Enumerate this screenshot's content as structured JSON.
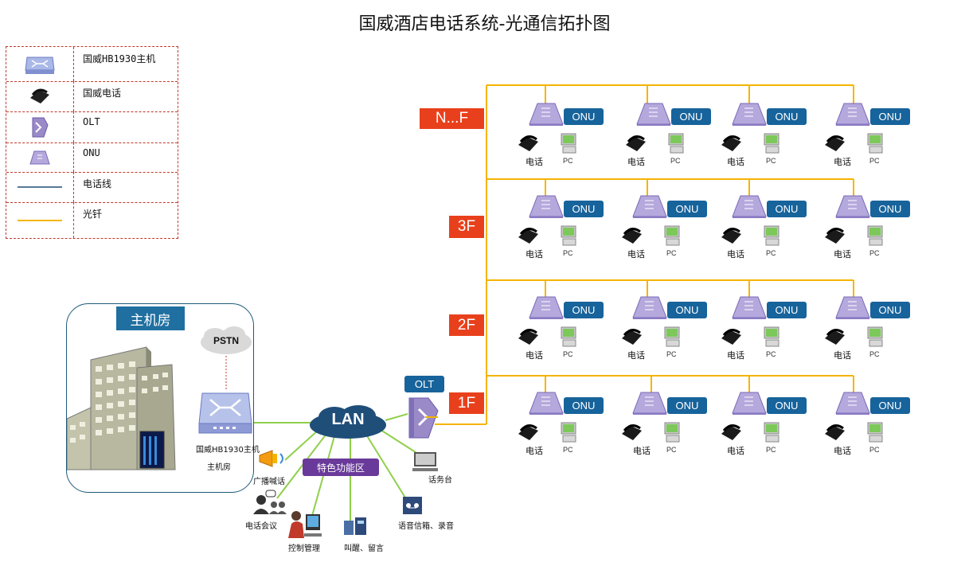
{
  "title": "国威酒店电话系统-光通信拓扑图",
  "legend": [
    {
      "icon": "switch-icon",
      "label": "国威HB1930主机"
    },
    {
      "icon": "phone-icon",
      "label": "国威电话"
    },
    {
      "icon": "olt-icon",
      "label": "OLT"
    },
    {
      "icon": "onu-icon",
      "label": "ONU"
    },
    {
      "icon": "phone-line-icon",
      "label": "电话线"
    },
    {
      "icon": "fiber-line-icon",
      "label": "光钎"
    }
  ],
  "colors": {
    "fiber": "#f5b400",
    "phone_line": "#1f4e79",
    "floor": "#e8401c",
    "badge": "#17639b",
    "lan": "#1f4e79",
    "link": "#8fcf4a"
  },
  "floors": [
    {
      "label": "N...F",
      "devices": [
        {
          "onu": "ONU",
          "phone": "电话",
          "pc": "PC"
        },
        {
          "onu": "ONU",
          "phone": "电话",
          "pc": "PC"
        },
        {
          "onu": "ONU",
          "phone": "电话",
          "pc": "PC"
        },
        {
          "onu": "ONU",
          "phone": "电话",
          "pc": "PC"
        }
      ]
    },
    {
      "label": "3F",
      "devices": [
        {
          "onu": "ONU",
          "phone": "电话",
          "pc": "PC"
        },
        {
          "onu": "ONU",
          "phone": "电话",
          "pc": "PC"
        },
        {
          "onu": "ONU",
          "phone": "电话",
          "pc": "PC"
        },
        {
          "onu": "ONU",
          "phone": "电话",
          "pc": "PC"
        }
      ]
    },
    {
      "label": "2F",
      "devices": [
        {
          "onu": "ONU",
          "phone": "电话",
          "pc": "PC"
        },
        {
          "onu": "ONU",
          "phone": "电话",
          "pc": "PC"
        },
        {
          "onu": "ONU",
          "phone": "电话",
          "pc": "PC"
        },
        {
          "onu": "ONU",
          "phone": "电话",
          "pc": "PC"
        }
      ]
    },
    {
      "label": "1F",
      "devices": [
        {
          "onu": "ONU",
          "phone": "电话",
          "pc": "PC"
        },
        {
          "onu": "ONU",
          "phone": "电话",
          "pc": "PC"
        },
        {
          "onu": "ONU",
          "phone": "电话",
          "pc": "PC"
        },
        {
          "onu": "ONU",
          "phone": "电话",
          "pc": "PC"
        }
      ]
    }
  ],
  "main_room": {
    "label": "主机房",
    "pstn": "PSTN",
    "pbx_label": "国威HB1930主机",
    "room_caption": "主机房"
  },
  "lan": "LAN",
  "olt": "OLT",
  "feature_zone": "特色功能区",
  "features": {
    "broadcast": "广播喊话",
    "conference": "电话会议",
    "control": "控制管理",
    "wakeup": "叫醒、留言",
    "voicemail": "语音信箱、录音",
    "console": "话务台"
  }
}
